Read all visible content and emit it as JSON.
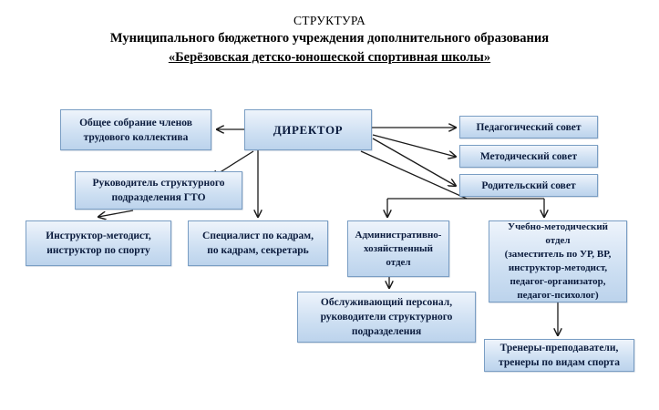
{
  "title": {
    "line1": "СТРУКТУРА",
    "line2": "Муниципального бюджетного учреждения дополнительного образования",
    "line3": "«Берёзовская детско-юношеской спортивная школы»"
  },
  "theme": {
    "box_border": "#7a9ec4",
    "box_fill_top": "#eef4fb",
    "box_fill_bottom": "#bcd3ec",
    "text_color": "#0a1b3d",
    "connector_color": "#1a1a1a",
    "background": "#ffffff"
  },
  "nodes": {
    "director": "ДИРЕКТОР",
    "assembly": "Общее собрание членов\nтрудового коллектива",
    "pedsovet": "Педагогический совет",
    "metsovet": "Методический совет",
    "parsovet": "Родительский совет",
    "gto": "Руководитель структурного\nподразделения ГТО",
    "instructor": "Инструктор-методист,\nинструктор по спорту",
    "hr": "Специалист по кадрам,\nпо кадрам, секретарь",
    "admin": "Административно-\nхозяйственный\nотдел",
    "umo": "Учебно-методический\nотдел\n(заместитель по УР, ВР,\nинструктор-методист,\nпедагог-организатор,\nпедагог-психолог)",
    "service": "Обслуживающий  персонал,\nруководители структурного\nподразделения",
    "trainers": "Тренеры-преподаватели,\nтренеры по видам спорта"
  },
  "connections": [
    {
      "from": "director",
      "to": "assembly",
      "style": "horizontal-arrow-left"
    },
    {
      "from": "director",
      "to": "pedsovet",
      "style": "horizontal-arrow-right"
    },
    {
      "from": "director",
      "to": "metsovet",
      "style": "diagonal-arrow"
    },
    {
      "from": "director",
      "to": "parsovet",
      "style": "diagonal-arrow"
    },
    {
      "from": "director",
      "to": "gto",
      "style": "diagonal-arrow"
    },
    {
      "from": "director",
      "to": "hr",
      "style": "vertical-arrow"
    },
    {
      "from": "director",
      "to": "admin",
      "style": "elbow-split-arrow"
    },
    {
      "from": "director",
      "to": "umo",
      "style": "elbow-split-arrow"
    },
    {
      "from": "gto",
      "to": "instructor",
      "style": "diagonal-arrow"
    },
    {
      "from": "admin",
      "to": "service",
      "style": "vertical-arrow"
    },
    {
      "from": "umo",
      "to": "trainers",
      "style": "vertical-arrow"
    }
  ]
}
